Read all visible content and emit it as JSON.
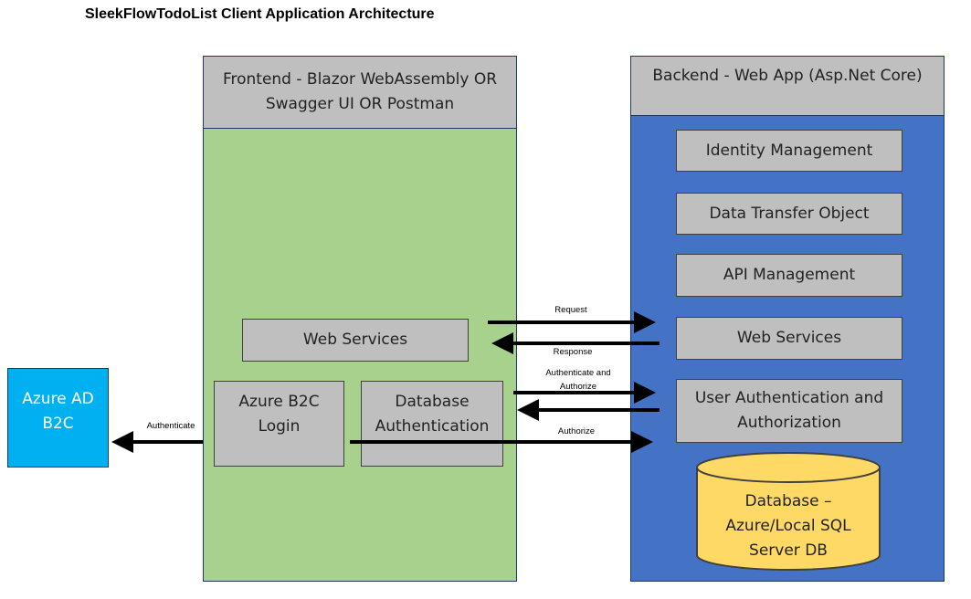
{
  "title": "SleekFlowTodoList Client Application Architecture",
  "frontend": {
    "header_line1": "Frontend - Blazor WebAssembly OR",
    "header_line2": "Swagger UI OR Postman",
    "web_services": "Web Services",
    "b2c_login_line1": "Azure B2C",
    "b2c_login_line2": "Login",
    "db_auth_line1": "Database",
    "db_auth_line2": "Authentication",
    "color": "#a9d18e"
  },
  "backend": {
    "header": "Backend - Web App (Asp.Net Core)",
    "identity_management": "Identity Management",
    "dto": "Data Transfer Object",
    "api_management": "API Management",
    "web_services": "Web Services",
    "user_auth_line1": "User Authentication and",
    "user_auth_line2": "Authorization",
    "database_line1": "Database –",
    "database_line2": "Azure/Local SQL",
    "database_line3": "Server DB",
    "color": "#4472c4",
    "database_color": "#ffd966"
  },
  "azure_ad": {
    "line1": "Azure AD",
    "line2": "B2C",
    "color": "#00b0f0"
  },
  "arrows": {
    "request": "Request",
    "response": "Response",
    "authenticate_authorize_line1": "Authenticate and",
    "authenticate_authorize_line2": "Authorize",
    "authorize": "Authorize",
    "authenticate": "Authenticate"
  }
}
